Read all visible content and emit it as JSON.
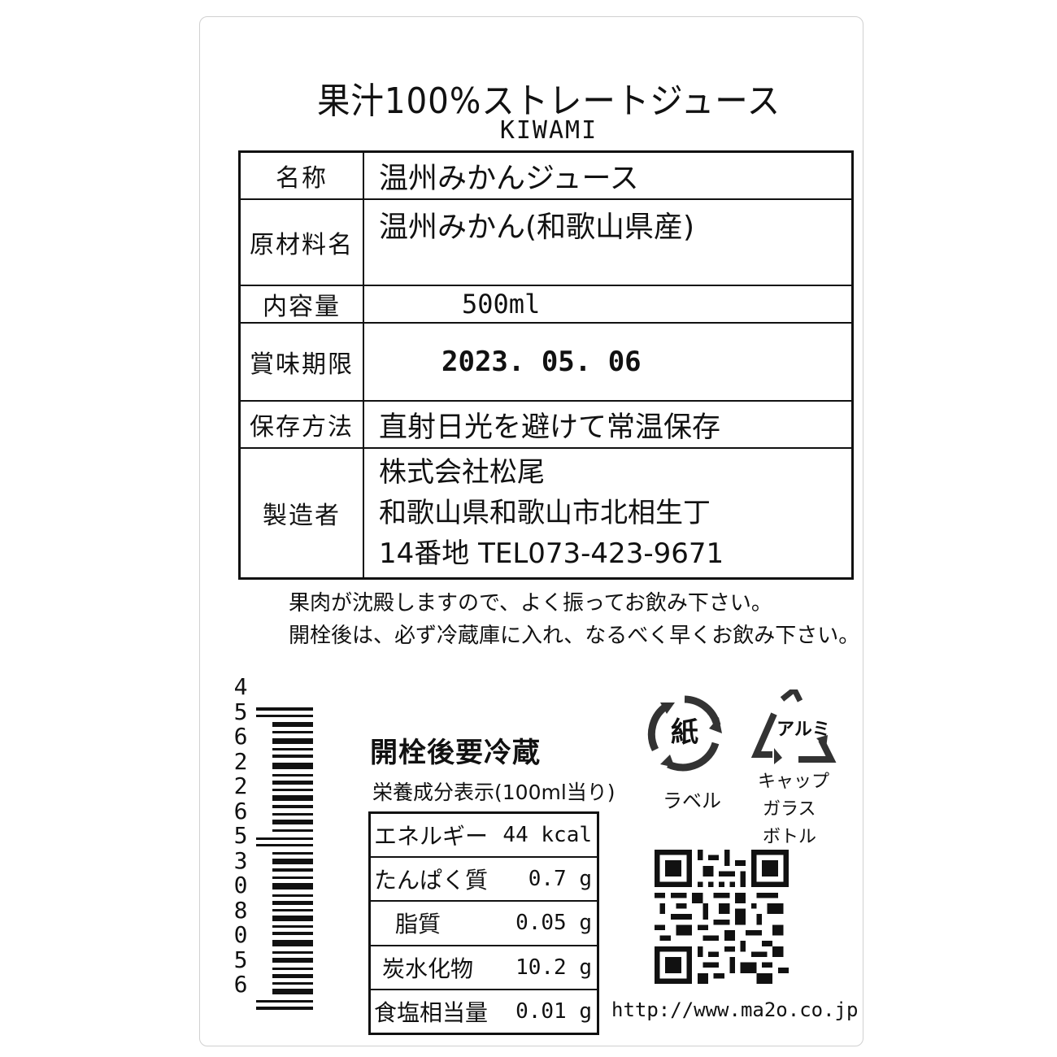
{
  "header": {
    "title": "果汁100%ストレートジュース",
    "subtitle": "KIWAMI"
  },
  "spec_rows": [
    {
      "key": "名称",
      "value": "温州みかんジュース"
    },
    {
      "key": "原材料名",
      "value": "温州みかん(和歌山県産)"
    },
    {
      "key": "内容量",
      "value": "500ml"
    },
    {
      "key": "賞味期限",
      "value": "2023. 05. 06"
    },
    {
      "key": "保存方法",
      "value": "直射日光を避けて常温保存"
    },
    {
      "key": "製造者",
      "value_lines": [
        "株式会社松尾",
        "和歌山県和歌山市北相生丁",
        "14番地 TEL073-423-9671"
      ]
    }
  ],
  "notes": [
    "果肉が沈殿しますので、よく振ってお飲み下さい。",
    "開栓後は、必ず冷蔵庫に入れ、なるべく早くお飲み下さい。"
  ],
  "barcode": {
    "digits": [
      "4",
      "5",
      "6",
      "2",
      "2",
      "6",
      "5",
      "3",
      "0",
      "8",
      "0",
      "5",
      "6"
    ]
  },
  "refrigerate": "開栓後要冷蔵",
  "nutrition": {
    "title": "栄養成分表示(100ml当り)",
    "rows": [
      {
        "name": "エネルギー",
        "amount": "44 kcal"
      },
      {
        "name": "たんぱく質",
        "amount": "0.7 g"
      },
      {
        "name": "脂質",
        "amount": "0.05 g"
      },
      {
        "name": "炭水化物",
        "amount": "10.2 g"
      },
      {
        "name": "食塩相当量",
        "amount": "0.01 g"
      }
    ]
  },
  "recycle": {
    "paper_mark": "紙",
    "paper_caption": "ラベル",
    "alu_mark": "アルミ",
    "alu_caption_lines": [
      "キャップ",
      "ガラス",
      "ボトル"
    ]
  },
  "url": "http://www.ma2o.co.jp"
}
